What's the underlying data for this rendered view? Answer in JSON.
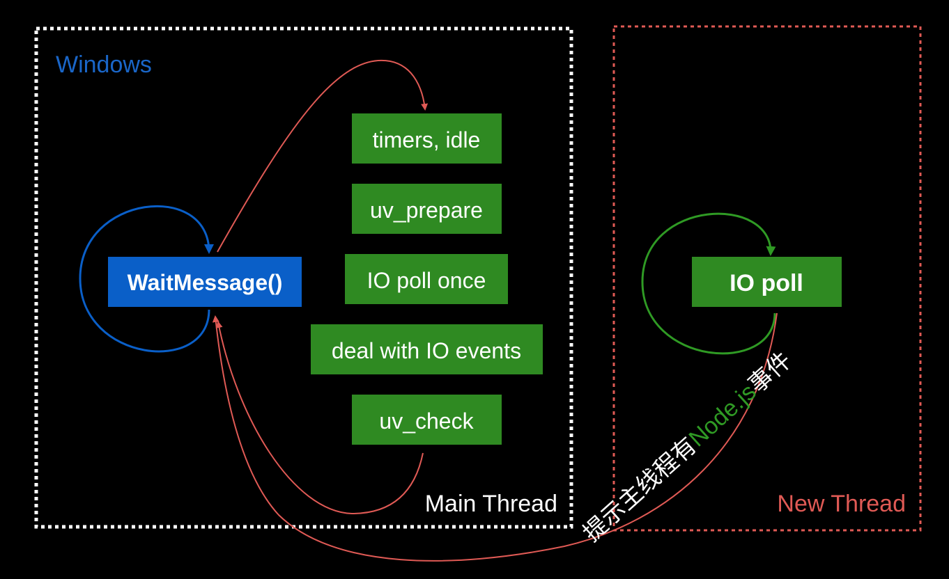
{
  "regions": {
    "windows_label": "Windows",
    "main_thread_label": "Main Thread",
    "new_thread_label": "New Thread"
  },
  "nodes": {
    "wait_message": "WaitMessage()",
    "timers_idle": "timers, idle",
    "uv_prepare": "uv_prepare",
    "io_poll_once": "IO poll once",
    "deal_with_io_events": "deal with IO events",
    "uv_check": "uv_check",
    "io_poll": "IO poll"
  },
  "annotation": {
    "prefix": "提示主线程有",
    "highlight": "Node.js",
    "suffix": "事件"
  },
  "colors": {
    "background": "#000000",
    "blue": "#0a5fc8",
    "blue_text": "#1a66c8",
    "green": "#2f8a22",
    "green_arc": "#2f9a24",
    "red": "#e05a55",
    "white": "#ffffff"
  }
}
